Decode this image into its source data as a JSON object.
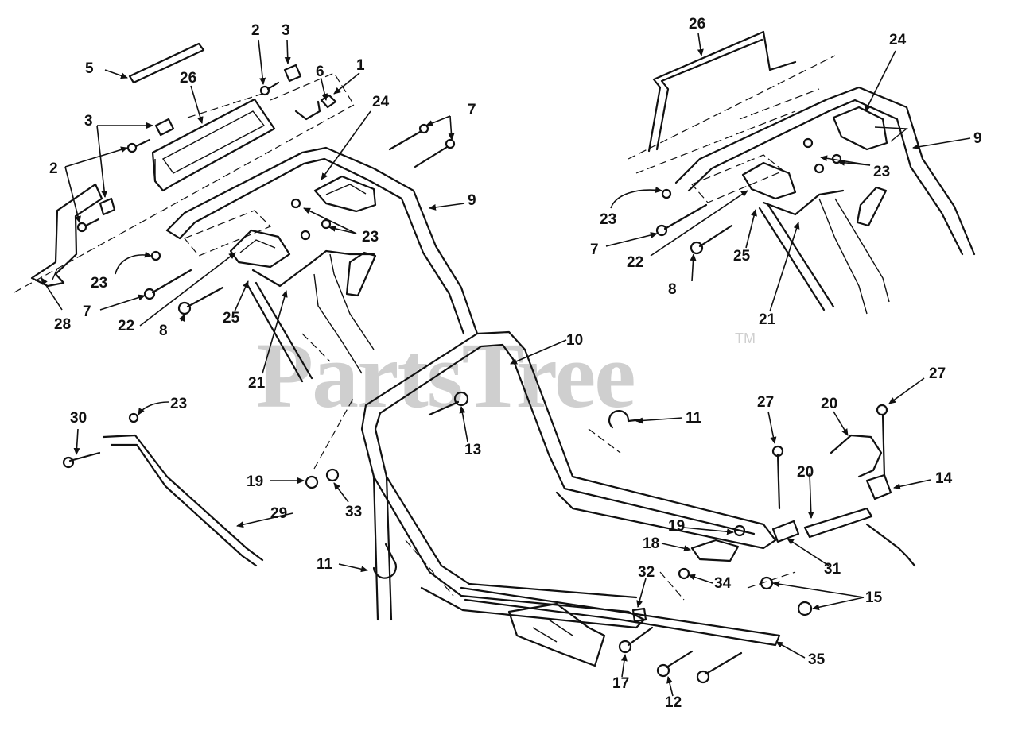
{
  "watermark": {
    "text": "PartsTree",
    "trademark": "TM"
  },
  "callouts": {
    "c5": "5",
    "c3a": "3",
    "c2a": "2",
    "c3b": "3",
    "c26a": "26",
    "c6": "6",
    "c1": "1",
    "c24a": "24",
    "c7a": "7",
    "c2b": "2",
    "c9a": "9",
    "c23a": "23",
    "c23b": "23",
    "c28": "28",
    "c7b": "7",
    "c22a": "22",
    "c25a": "25",
    "c8a": "8",
    "c21a": "21",
    "c26b": "26",
    "c24b": "24",
    "c9b": "9",
    "c23c": "23",
    "c23d": "23",
    "c7c": "7",
    "c22b": "22",
    "c25b": "25",
    "c8b": "8",
    "c21b": "21",
    "c10": "10",
    "c13": "13",
    "c11a": "11",
    "c30": "30",
    "c23e": "23",
    "c19a": "19",
    "c33": "33",
    "c29": "29",
    "c11b": "11",
    "c27a": "27",
    "c27b": "27",
    "c20a": "20",
    "c20b": "20",
    "c14": "14",
    "c19b": "19",
    "c18": "18",
    "c31": "31",
    "c32": "32",
    "c34": "34",
    "c15": "15",
    "c17": "17",
    "c12": "12",
    "c35": "35"
  }
}
